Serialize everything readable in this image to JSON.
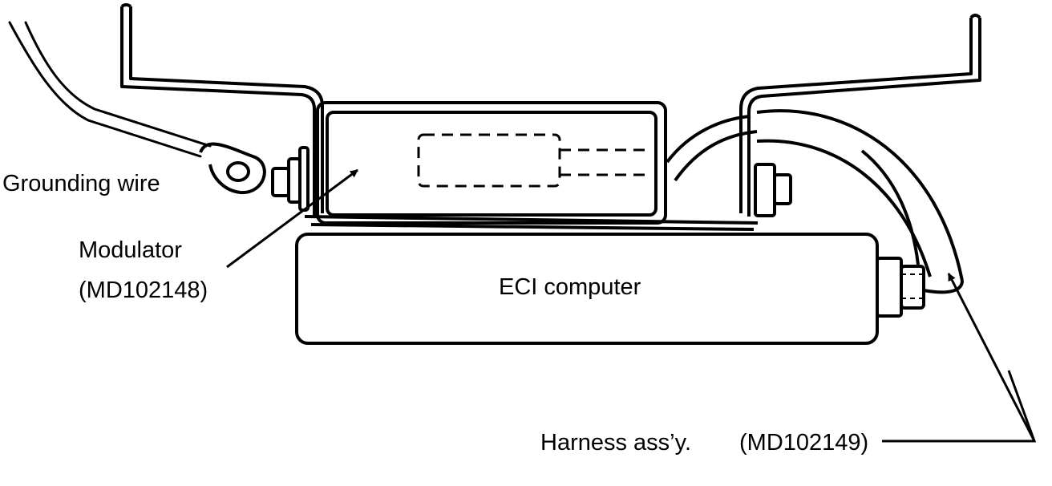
{
  "labels": {
    "grounding_wire": "Grounding wire",
    "modulator": "Modulator",
    "modulator_part": "(MD102148)",
    "eci_computer": "ECI computer",
    "harness": "Harness ass’y.",
    "harness_part": "(MD102149)"
  }
}
